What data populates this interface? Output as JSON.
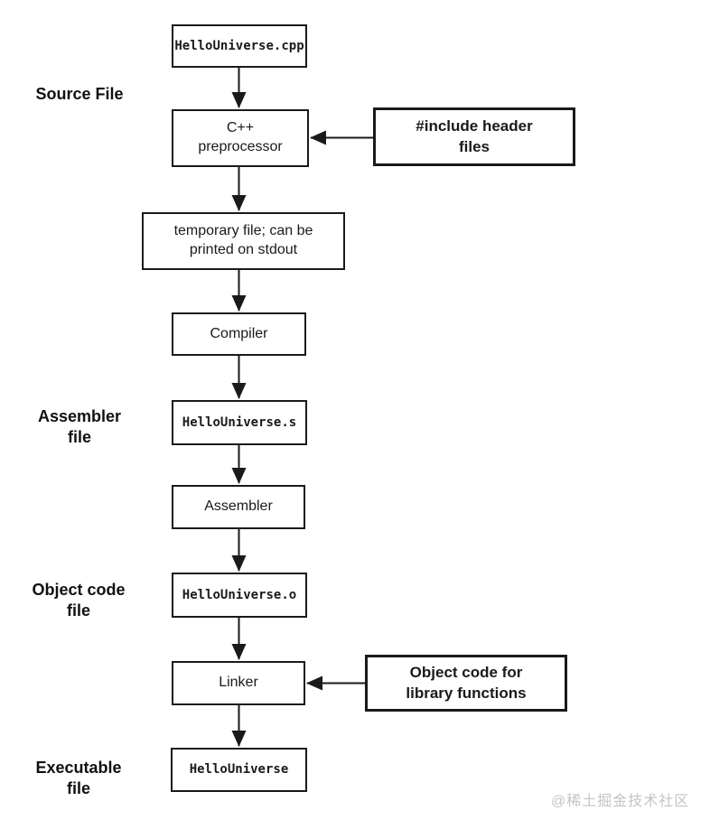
{
  "diagram": {
    "nodes": {
      "file_cpp": {
        "label": "HelloUniverse.cpp"
      },
      "preprocessor": {
        "label": "C++\npreprocessor"
      },
      "include_headers": {
        "label": "#include header\nfiles"
      },
      "temp_file": {
        "label": "temporary file; can be\nprinted on stdout"
      },
      "compiler": {
        "label": "Compiler"
      },
      "file_s": {
        "label": "HelloUniverse.s"
      },
      "assembler": {
        "label": "Assembler"
      },
      "file_o": {
        "label": "HelloUniverse.o"
      },
      "linker": {
        "label": "Linker"
      },
      "lib_objects": {
        "label": "Object code for\nlibrary functions"
      },
      "file_exe": {
        "label": "HelloUniverse"
      }
    },
    "stage_labels": {
      "source_file": "Source File",
      "assembler_file": "Assembler\nfile",
      "object_code_file": "Object code\nfile",
      "executable_file": "Executable\nfile"
    },
    "colors": {
      "line": "#1a1a1a",
      "box_border": "#1a1a1a",
      "text": "#1a1a1a",
      "watermark": "#c4c4c4"
    }
  },
  "watermark": {
    "text": "@稀土掘金技术社区"
  }
}
